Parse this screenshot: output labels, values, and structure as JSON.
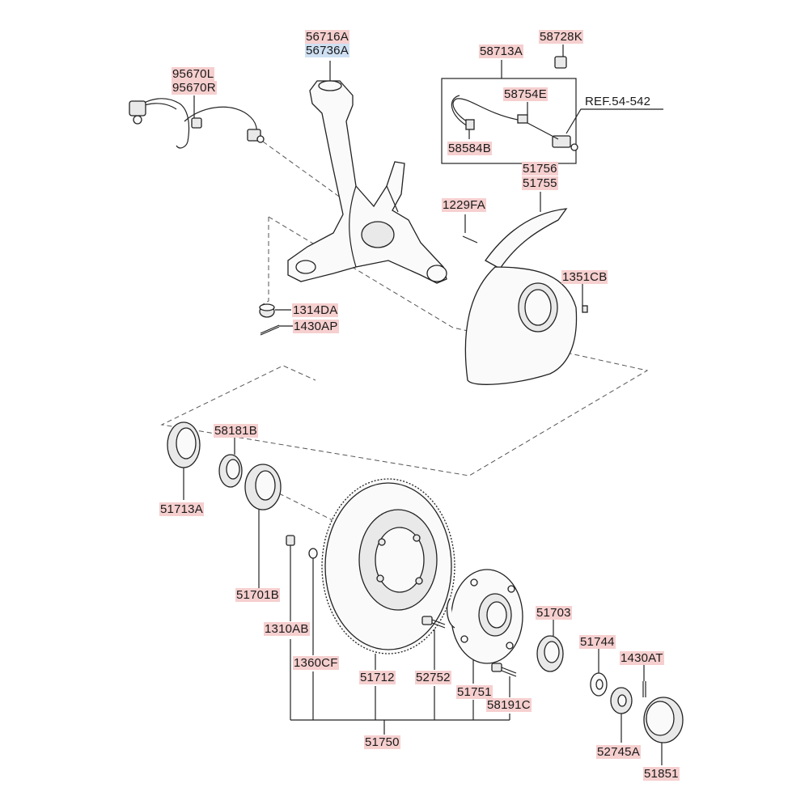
{
  "labels": {
    "p56716A": "56716A",
    "p56736A": "56736A",
    "p95670L": "95670L",
    "p95670R": "95670R",
    "p58713A": "58713A",
    "p58728K": "58728K",
    "p58754E": "58754E",
    "p58584B": "58584B",
    "ref": "REF.54-542",
    "p51756": "51756",
    "p51755": "51755",
    "p1229FA": "1229FA",
    "p1351CB": "1351CB",
    "p1314DA": "1314DA",
    "p1430AP": "1430AP",
    "p58181B": "58181B",
    "p51713A": "51713A",
    "p51701B": "51701B",
    "p1310AB": "1310AB",
    "p1360CF": "1360CF",
    "p51712": "51712",
    "p52752": "52752",
    "p51751": "51751",
    "p58191C": "58191C",
    "p51703": "51703",
    "p51744": "51744",
    "p1430AT": "1430AT",
    "p52745A": "52745A",
    "p51851": "51851",
    "p51750": "51750"
  },
  "colors": {
    "label_highlight": "#f6cfcf",
    "label_highlight_alt": "#cfe0f3",
    "line": "#222222"
  }
}
